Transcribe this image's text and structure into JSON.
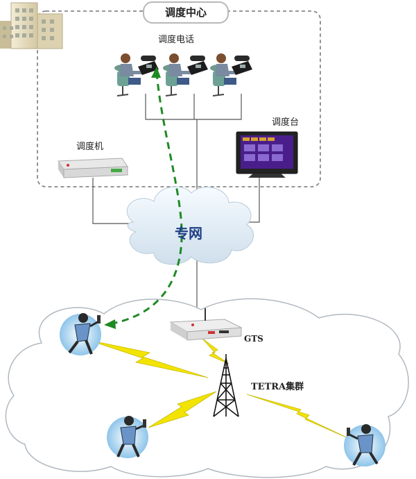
{
  "center": {
    "title": "调度中心"
  },
  "labels": {
    "phones": "调度电话",
    "switch": "调度机",
    "console": "调度台",
    "network": "专网",
    "gts": "GTS",
    "tetra": "TETRA集群"
  },
  "colors": {
    "dashed_route": "#1e8a24",
    "lightning": "#f0e000",
    "cloud": "#e6f1f8",
    "radio_cloud": "#ffffff",
    "border": "#888888"
  },
  "icons": [
    "building-icon",
    "operator-icon",
    "telephone-icon",
    "dispatch-switch-icon",
    "dispatch-console-icon",
    "gts-gateway-icon",
    "radio-tower-icon",
    "radio-user-icon"
  ]
}
